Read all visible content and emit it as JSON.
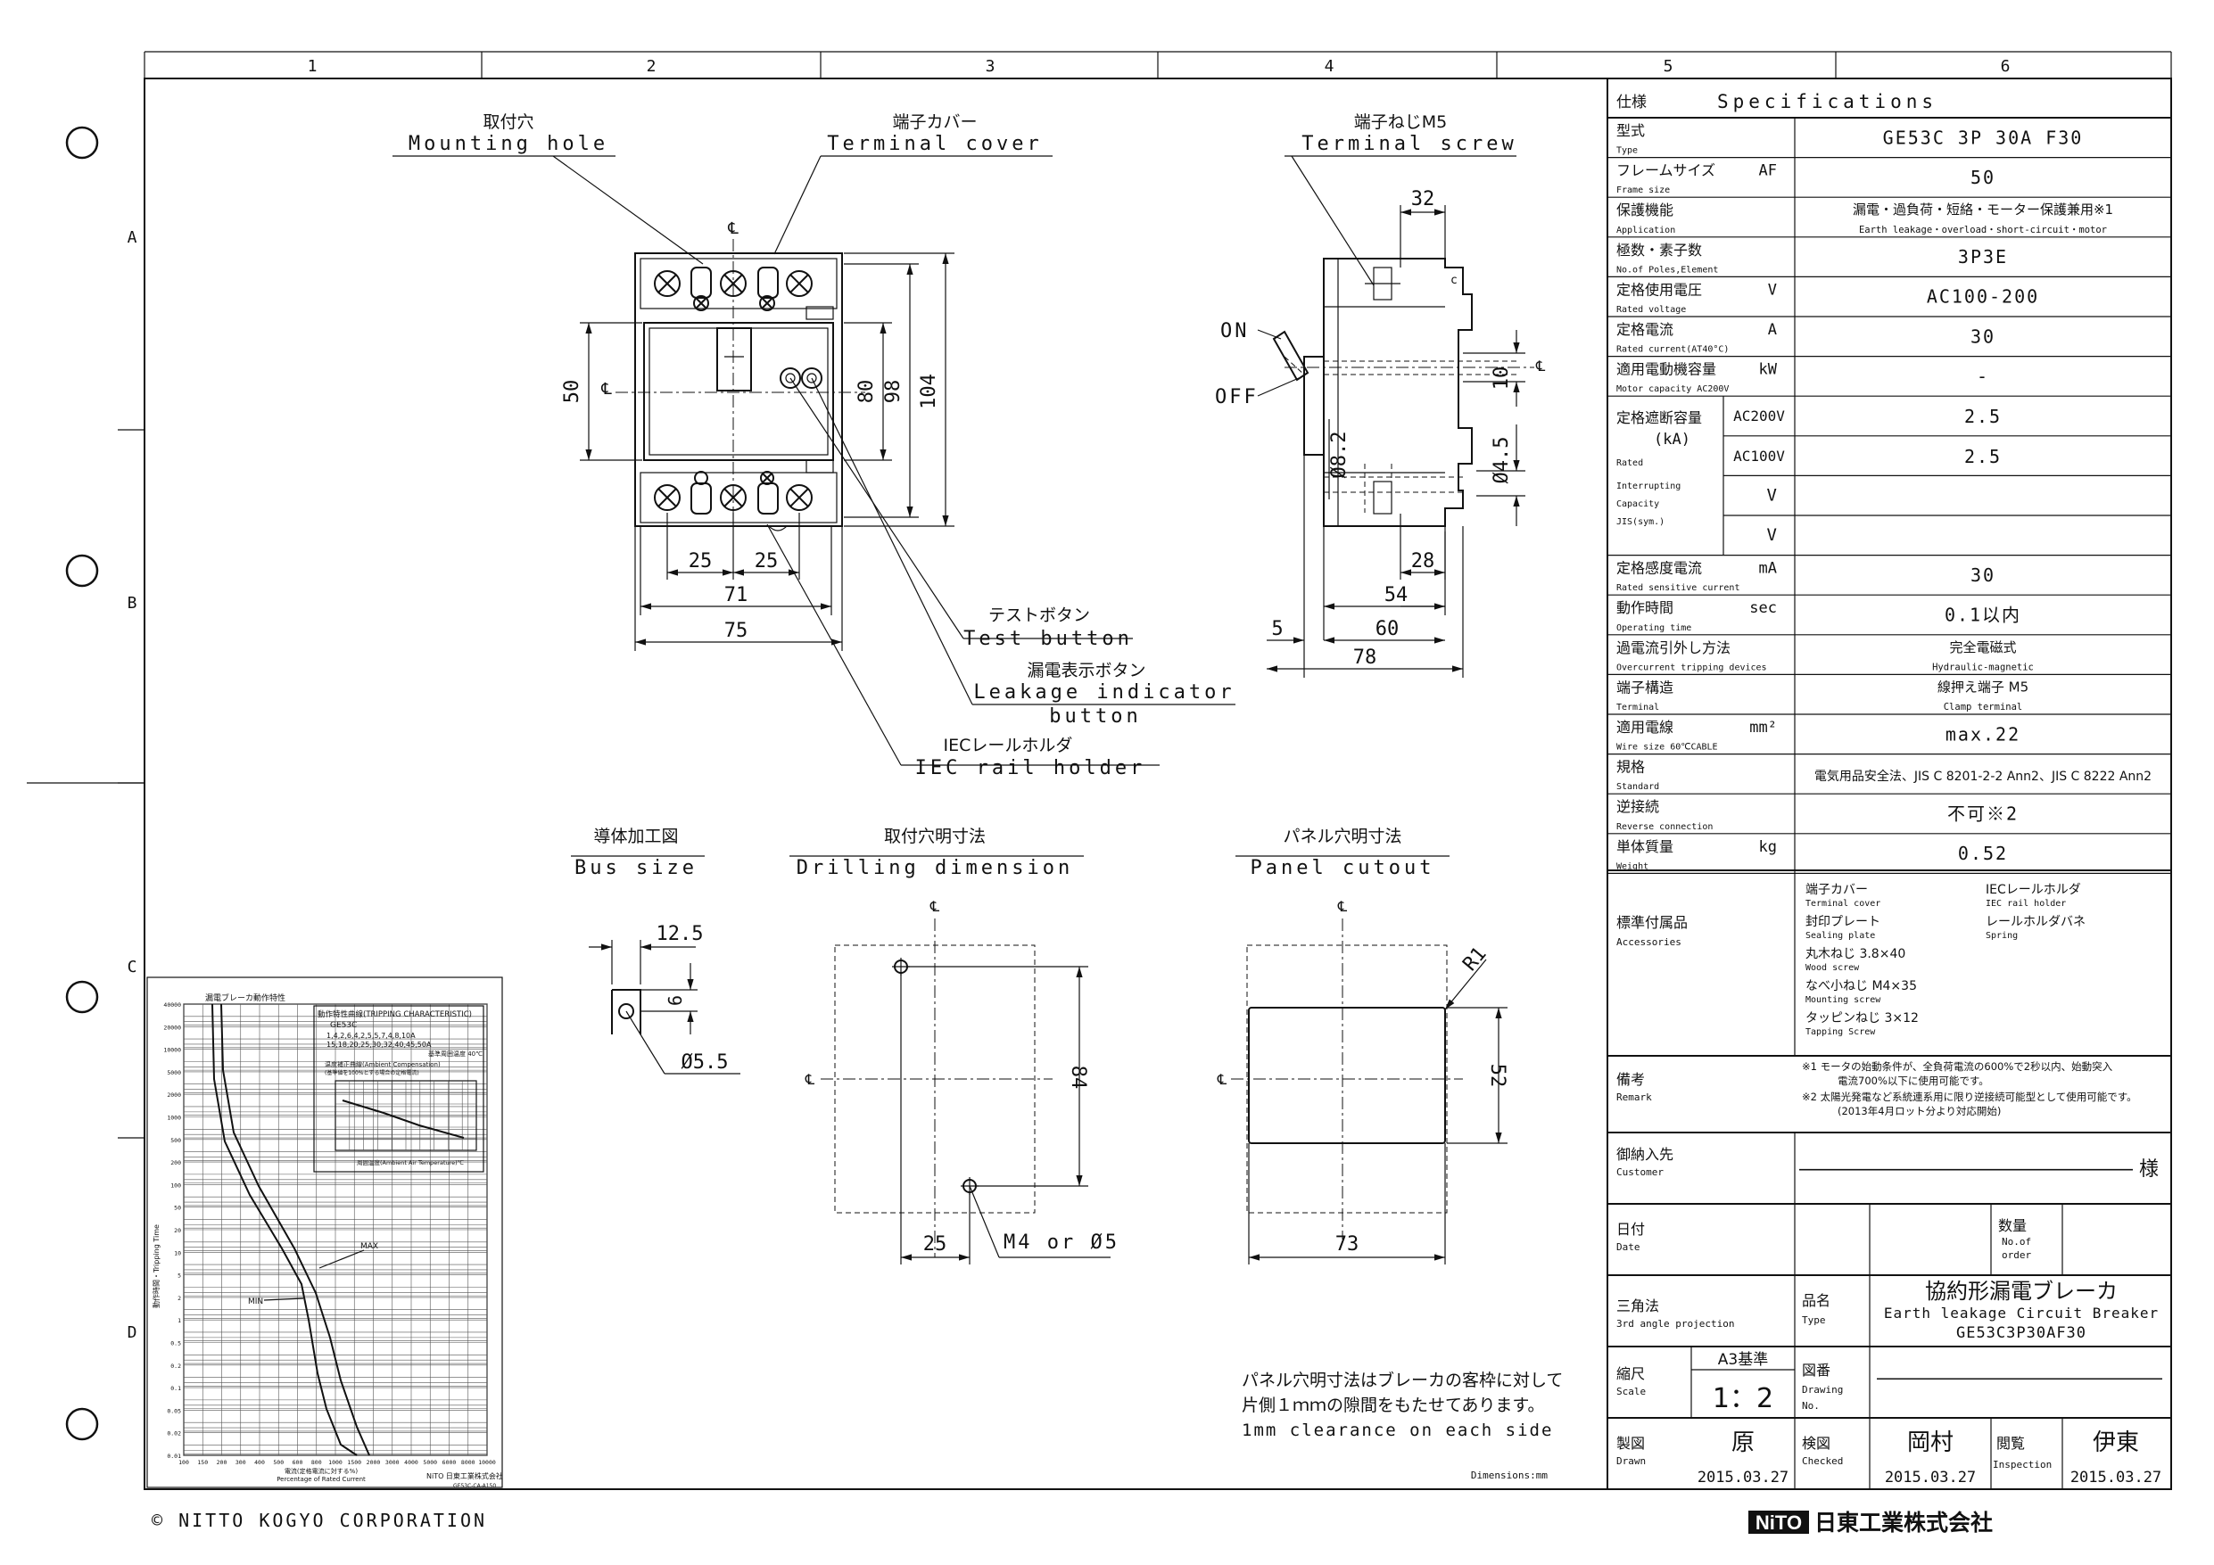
{
  "grid": {
    "columns": [
      "1",
      "2",
      "3",
      "4",
      "5",
      "6"
    ],
    "rows": [
      "A",
      "B",
      "C",
      "D"
    ]
  },
  "copyright": "© NITTO KOGYO CORPORATION",
  "company_logo": "NiTO 日東工業株式会社",
  "dimensions_unit": "Dimensions:mm",
  "front_view": {
    "mounting_hole_jp": "取付穴",
    "mounting_hole_en": "Mounting hole",
    "terminal_cover_jp": "端子カバー",
    "terminal_cover_en": "Terminal cover",
    "test_button_jp": "テストボタン",
    "test_button_en": "Test button",
    "leakage_jp": "漏電表示ボタン",
    "leakage_en_1": "Leakage indicator",
    "leakage_en_2": "button",
    "iec_jp": "IECレールホルダ",
    "iec_en": "IEC rail holder",
    "cl": "℄",
    "dims": {
      "d25a": "25",
      "d25b": "25",
      "d71": "71",
      "d75": "75",
      "d50": "50",
      "d80": "80",
      "d98": "98",
      "d104": "104"
    }
  },
  "side_view": {
    "terminal_screw_jp": "端子ねじM5",
    "terminal_screw_en": "Terminal screw",
    "on": "ON",
    "off": "OFF",
    "dims": {
      "d32": "32",
      "d10": "10",
      "d8_2": "Ø8.2",
      "d4_5": "Ø4.5",
      "d28": "28",
      "d54": "54",
      "d5": "5",
      "d60": "60",
      "d78": "78"
    }
  },
  "bus_size": {
    "jp": "導体加工図",
    "en": "Bus size",
    "d12_5": "12.5",
    "d6": "6",
    "d5_5": "Ø5.5"
  },
  "drilling": {
    "jp": "取付穴明寸法",
    "en": "Drilling dimension",
    "d84": "84",
    "d25": "25",
    "screw": "M4 or Ø5"
  },
  "panel": {
    "jp": "パネル穴明寸法",
    "en": "Panel cutout",
    "r1": "R1",
    "d52": "52",
    "d73": "73"
  },
  "panel_note": {
    "line1": "パネル穴明寸法はブレーカの客枠に対して",
    "line2": "片側１ｍｍの隙間をもたせてあります。",
    "line3": "1mm clearance on each side"
  },
  "trip_chart": {
    "title_jp": "漏電ブレーカ動作特性",
    "box_title": "動作特性曲線(TRIPPING CHARACTERISTIC)",
    "model": "GE53C",
    "ratings_1": "1,4,2,6,4,2,5,5,7,4,8,10A",
    "ratings_2": "15,18,20,25,30,32,40,45,50A",
    "ambient": "基準周囲温度 40℃",
    "comp_title": "温度補正曲線(Ambient Compensation)",
    "comp_sub": "(基準値を100%とする場合の定格電流)",
    "comp_xlabel": "周囲温度(Ambient Air Temperature)℃",
    "ylabel": "動作時間・Tripping Time",
    "xlabel_1": "電流(定格電流に対する%)",
    "xlabel_2": "Percentage of Rated Current",
    "curve_max": "MAX",
    "curve_min": "MIN",
    "yticks": [
      "40000",
      "20000",
      "10000",
      "5000",
      "2000",
      "1000",
      "500",
      "200",
      "100",
      "50",
      "20",
      "10",
      "5",
      "2",
      "1",
      "0.5",
      "0.2",
      "0.1",
      "0.05",
      "0.02",
      "0.01"
    ],
    "xticks": [
      "100",
      "150",
      "200",
      "300",
      "400",
      "500",
      "600",
      "800",
      "1000",
      "1500",
      "2000",
      "3000",
      "4000",
      "5000",
      "6000",
      "8000",
      "10000"
    ],
    "doc_no": "GE53C-CA-A150"
  },
  "spec": {
    "header_jp": "仕様",
    "header_en": "Specifications",
    "rows": [
      {
        "jp": "型式",
        "en": "Type",
        "unit": "",
        "value": "GE53C 3P 30A F30",
        "value2": ""
      },
      {
        "jp": "フレームサイズ",
        "en": "Frame size",
        "unit": "AF",
        "value": "50",
        "value2": ""
      },
      {
        "jp": "保護機能",
        "en": "Application",
        "unit": "",
        "value": "漏電・過負荷・短絡・モーター保護兼用※1",
        "value2": "Earth leakage・overload・short-circuit・motor"
      },
      {
        "jp": "極数・素子数",
        "en": "No.of Poles,Element",
        "unit": "",
        "value": "3P3E",
        "value2": ""
      },
      {
        "jp": "定格使用電圧",
        "en": "Rated voltage",
        "unit": "V",
        "value": "AC100-200",
        "value2": ""
      },
      {
        "jp": "定格電流",
        "en": "Rated current(AT40°C)",
        "unit": "A",
        "value": "30",
        "value2": ""
      },
      {
        "jp": "適用電動機容量",
        "en": "Motor capacity AC200V",
        "unit": "kW",
        "value": "-",
        "value2": ""
      }
    ],
    "interrupting": {
      "jp": "定格遮断容量",
      "unit": "(kA)",
      "en_1": "Rated",
      "en_2": "Interrupting",
      "en_3": "Capacity",
      "en_4": "JIS(sym.)",
      "rows": [
        {
          "label": "AC200V",
          "value": "2.5"
        },
        {
          "label": "AC100V",
          "value": "2.5"
        },
        {
          "label": "V",
          "value": ""
        },
        {
          "label": "V",
          "value": ""
        }
      ]
    },
    "rows2": [
      {
        "jp": "定格感度電流",
        "en": "Rated sensitive current",
        "unit": "mA",
        "value": "30",
        "value2": ""
      },
      {
        "jp": "動作時間",
        "en": "Operating time",
        "unit": "sec",
        "value": "0.1以内",
        "value2": ""
      },
      {
        "jp": "過電流引外し方法",
        "en": "Overcurrent tripping devices",
        "unit": "",
        "value": "完全電磁式",
        "value2": "Hydraulic-magnetic"
      },
      {
        "jp": "端子構造",
        "en": "Terminal",
        "unit": "",
        "value": "線押え端子 M5",
        "value2": "Clamp terminal"
      },
      {
        "jp": "適用電線",
        "en": "Wire size 60℃CABLE",
        "unit": "mm²",
        "value": "max.22",
        "value2": ""
      },
      {
        "jp": "規格",
        "en": "Standard",
        "unit": "",
        "value": "電気用品安全法、JIS C 8201-2-2 Ann2、JIS C 8222 Ann2",
        "value2": ""
      },
      {
        "jp": "逆接続",
        "en": "Reverse connection",
        "unit": "",
        "value": "不可※2",
        "value2": ""
      },
      {
        "jp": "単体質量",
        "en": "Weight",
        "unit": "kg",
        "value": "0.52",
        "value2": ""
      }
    ],
    "accessories": {
      "jp": "標準付属品",
      "en": "Accessories",
      "left": [
        "端子カバー",
        "Terminal cover",
        "封印プレート",
        "Sealing plate",
        "丸木ねじ 3.8×40",
        "Wood screw",
        "なべ小ねじ M4×35",
        "Mounting screw",
        "タッピンねじ 3×12",
        "Tapping Screw"
      ],
      "right": [
        "IECレールホルダ",
        "IEC rail holder",
        "レールホルダバネ",
        "Spring"
      ]
    },
    "remark": {
      "jp": "備考",
      "en": "Remark",
      "line1": "※1 モータの始動条件が、全負荷電流の600%で2秒以内、始動突入",
      "line2": "電流700%以下に使用可能です。",
      "line3": "※2 太陽光発電など系統連系用に限り逆接続可能型として使用可能です。",
      "line4": "(2013年4月ロット分より対応開始)"
    },
    "customer": {
      "jp": "御納入先",
      "en": "Customer",
      "value": "――――――――――――――――― 様"
    },
    "date": {
      "jp": "日付",
      "en": "Date",
      "qty_jp": "数量",
      "qty_en_1": "No.of",
      "qty_en_2": "order"
    },
    "projection": {
      "jp": "三角法",
      "en": "3rd angle projection"
    },
    "type_name": {
      "jp": "品名",
      "en": "Type",
      "value_jp": "協約形漏電ブレーカ",
      "value_en": "Earth leakage Circuit Breaker",
      "model": "GE53C3P30AF30"
    },
    "scale": {
      "jp": "縮尺",
      "en": "Scale",
      "base": "A3基準",
      "value": "1：2"
    },
    "drawing_no": {
      "jp": "図番",
      "en_1": "Drawing",
      "en_2": "No.",
      "value": "――――――――――――――――"
    },
    "drawn": {
      "jp": "製図",
      "en": "Drawn",
      "name": "原",
      "date": "2015.03.27"
    },
    "checked": {
      "jp": "検図",
      "en": "Checked",
      "name": "岡村",
      "date": "2015.03.27"
    },
    "inspection": {
      "jp": "閲覧",
      "en": "Inspection",
      "name": "伊東",
      "date": "2015.03.27"
    }
  }
}
